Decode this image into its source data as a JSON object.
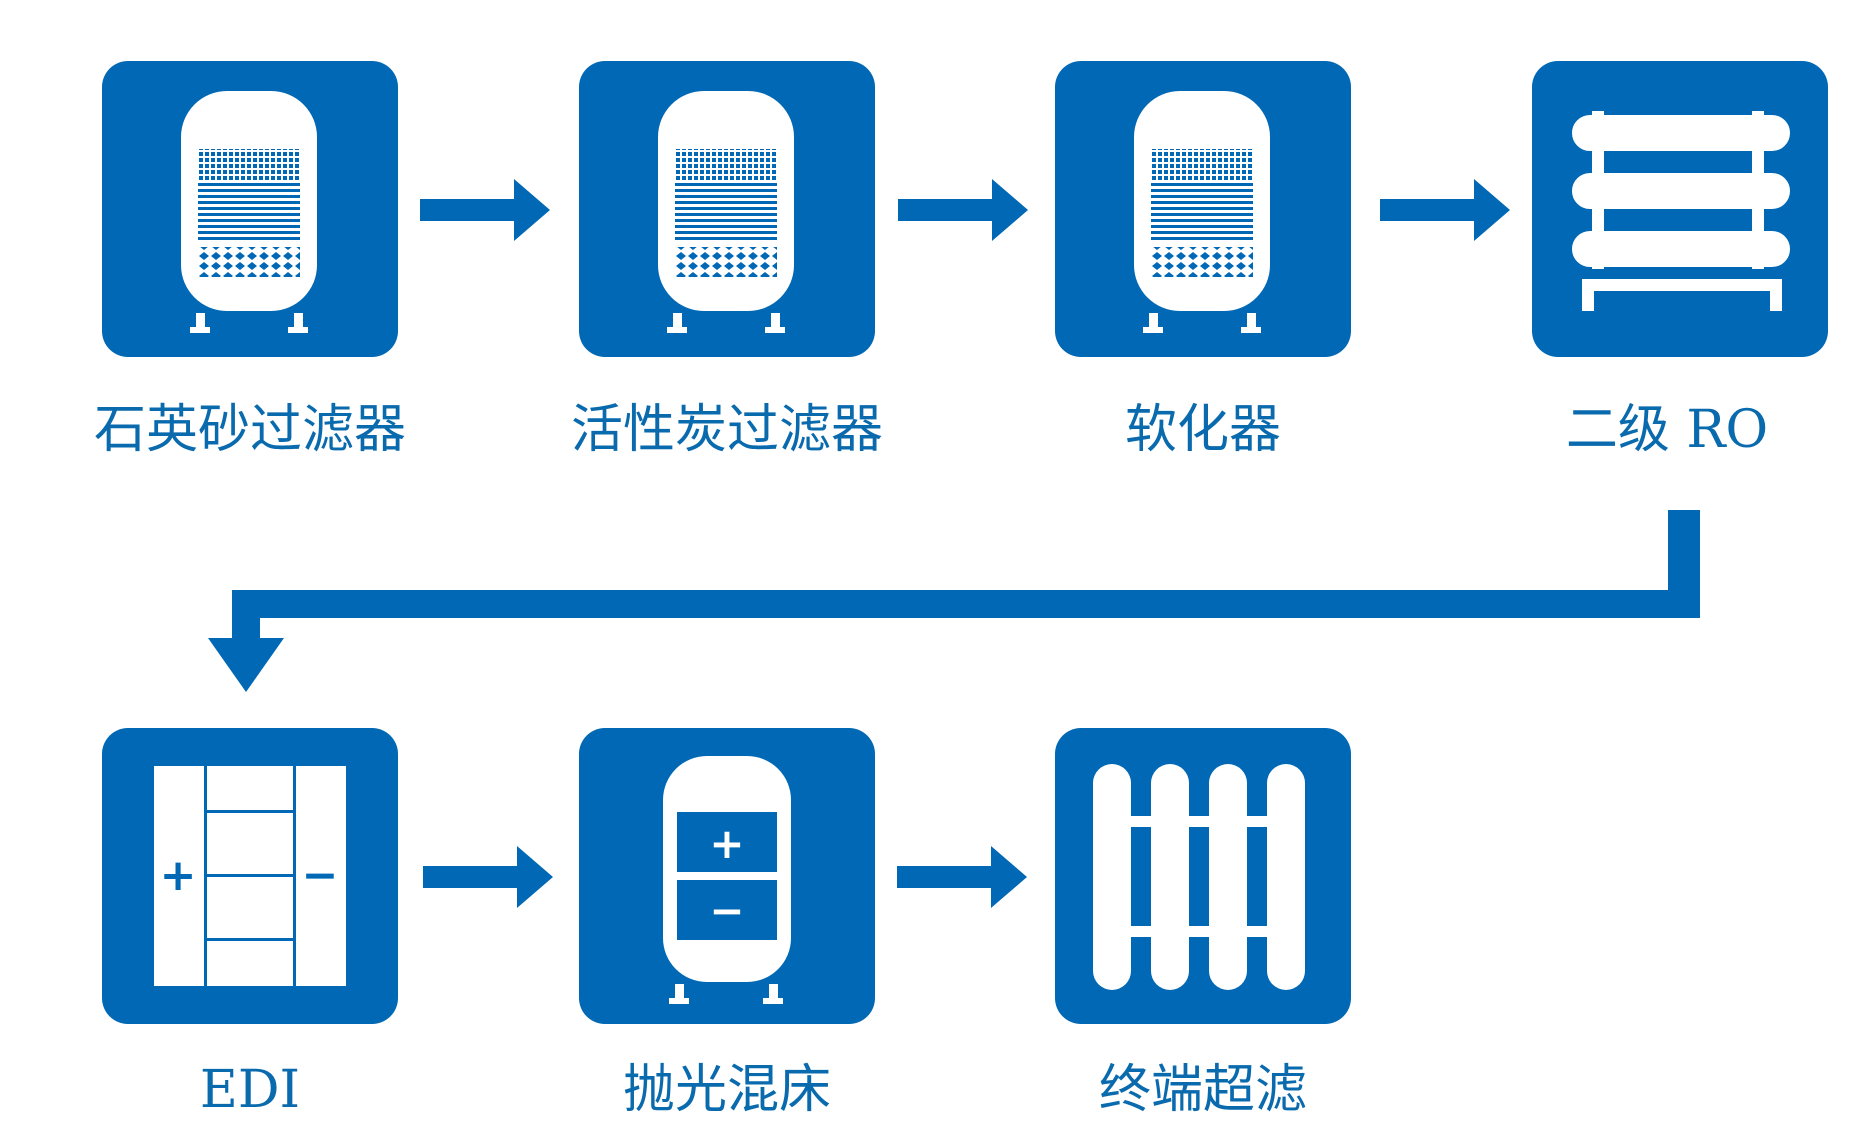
{
  "accent_color": "#0068b4",
  "steps": [
    {
      "label": "石英砂过滤器",
      "icon": "filter-tank-icon"
    },
    {
      "label": "活性炭过滤器",
      "icon": "filter-tank-icon"
    },
    {
      "label": "软化器",
      "icon": "filter-tank-icon"
    },
    {
      "label": "二级 RO",
      "icon": "ro-membrane-rack-icon"
    },
    {
      "label": "EDI",
      "icon": "edi-module-icon",
      "plus": "+",
      "minus": "−"
    },
    {
      "label": "抛光混床",
      "icon": "mixed-bed-tank-icon",
      "plus": "+",
      "minus": "−"
    },
    {
      "label": "终端超滤",
      "icon": "ultrafiltration-icon"
    }
  ]
}
